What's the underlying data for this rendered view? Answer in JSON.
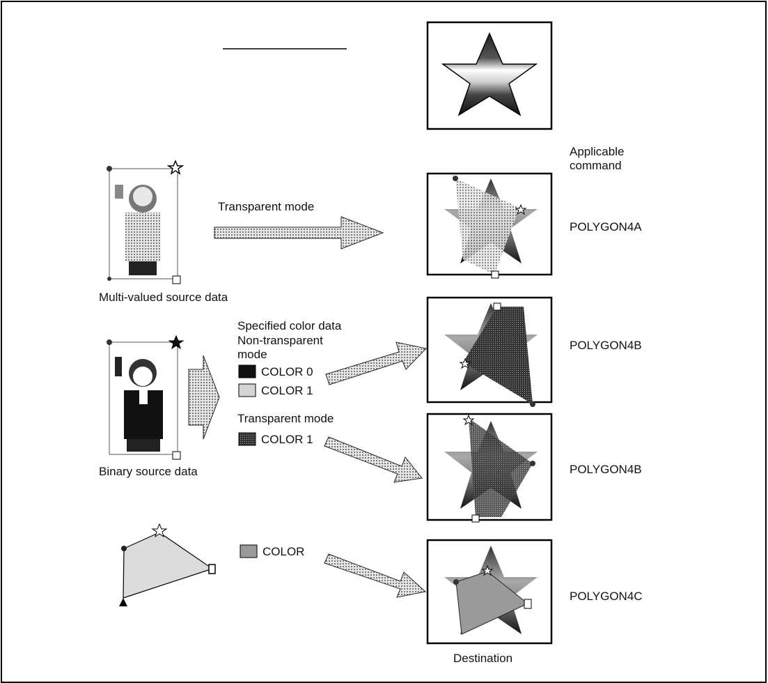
{
  "header": {
    "applicable_command": "Applicable\ncommand"
  },
  "labels": {
    "transparent_mode_1": "Transparent mode",
    "multi_valued_source": "Multi-valued source data",
    "specified_color_data": "Specified color data",
    "non_transparent_mode": "Non-transparent\nmode",
    "color0": "COLOR 0",
    "color1_a": "COLOR 1",
    "transparent_mode_2": "Transparent mode",
    "color1_b": "COLOR 1",
    "binary_source": "Binary source data",
    "color": "COLOR",
    "destination": "Destination"
  },
  "commands": [
    "POLYGON4A",
    "POLYGON4B",
    "POLYGON4B",
    "POLYGON4C"
  ],
  "colors": {
    "swatch_black": "#111111",
    "swatch_light": "#d4d4d4",
    "swatch_dark": "#444444",
    "swatch_gray": "#9a9a9a",
    "quad_fill": "#dcdcdc"
  }
}
